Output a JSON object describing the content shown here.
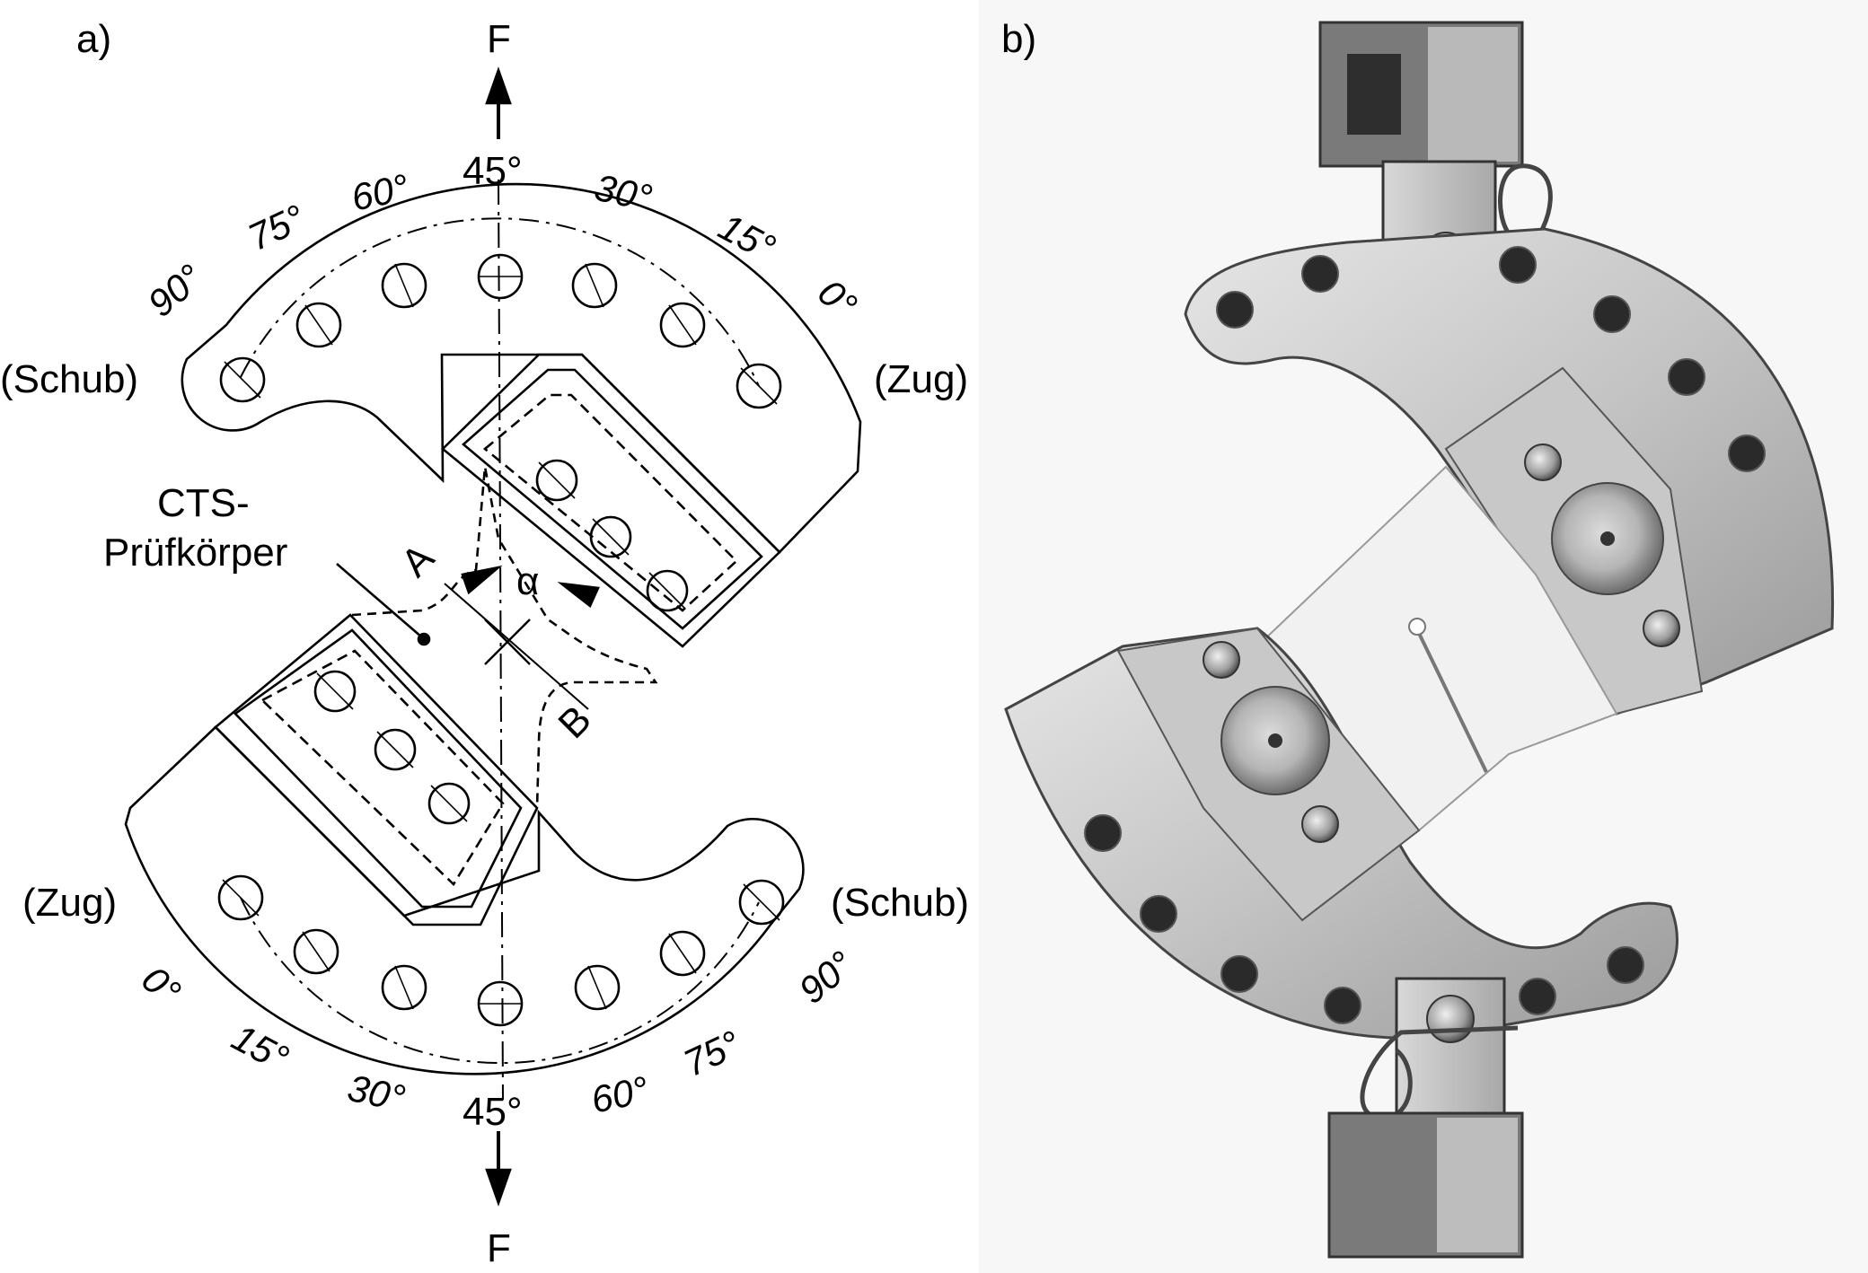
{
  "panels": {
    "a": {
      "label": "a)",
      "force": "F",
      "center_angle": "45°",
      "upper_arc_angles": [
        "90°",
        "75°",
        "60°",
        "30°",
        "15°",
        "0°"
      ],
      "lower_arc_angles": [
        "0°",
        "15°",
        "30°",
        "60°",
        "75°",
        "90°"
      ],
      "left_upper_mode": "(Schub)",
      "right_upper_mode": "(Zug)",
      "left_lower_mode": "(Zug)",
      "right_lower_mode": "(Schub)",
      "specimen_line1": "CTS-",
      "specimen_line2": "Prüfkörper",
      "section_a": "A",
      "section_b": "B",
      "angle_symbol": "α"
    },
    "b": {
      "label": "b)"
    }
  }
}
